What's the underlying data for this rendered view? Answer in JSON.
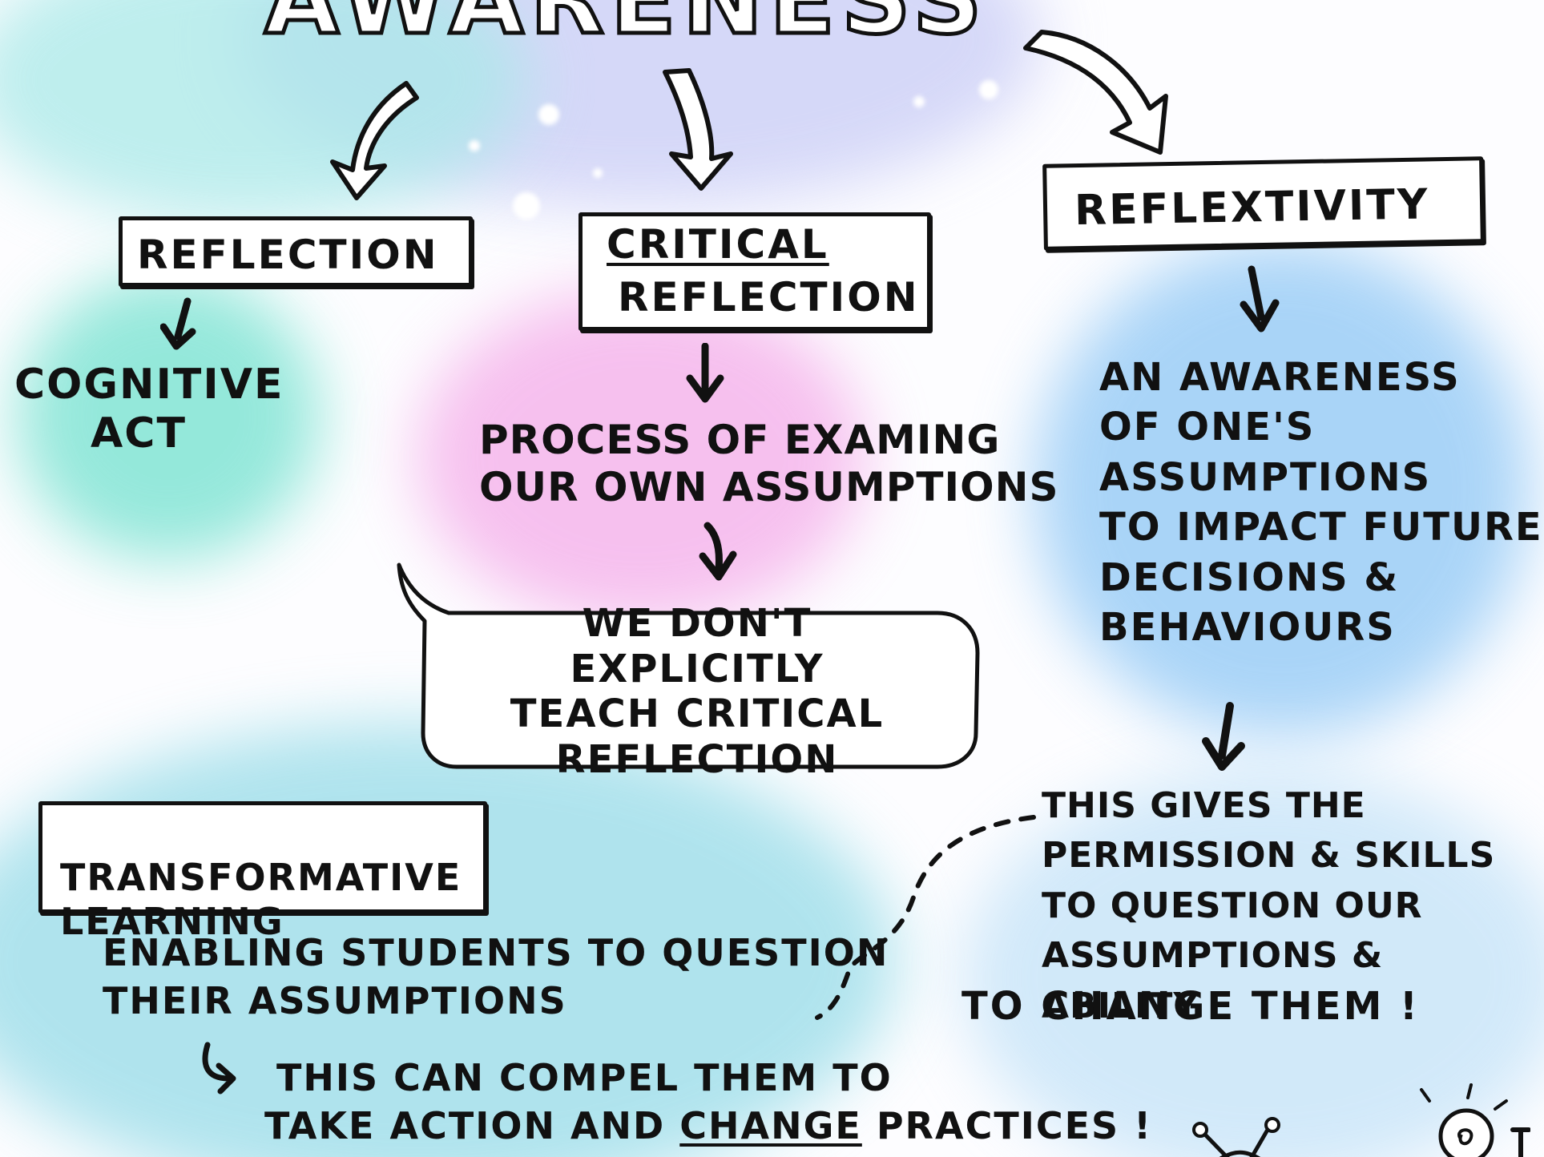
{
  "title": "AWARENESS",
  "concepts": {
    "reflection": {
      "label": "REFLECTION",
      "description": "COGNITIVE\nACT"
    },
    "critical_reflection": {
      "label_line1": "CRITICAL",
      "label_line2": "REFLECTION",
      "description": "PROCESS OF EXAMING\nOUR OWN ASSUMPTIONS",
      "speech_bubble": "WE DON'T EXPLICITLY\nTEACH CRITICAL\nREFLECTION"
    },
    "reflexivity": {
      "label": "REFLEXTIVITY",
      "description": "AN AWARENESS\nOF ONE'S\nASSUMPTIONS\nTO IMPACT FUTURE\nDECISIONS &\nBEHAVIOURS",
      "consequence": "THIS GIVES THE\nPERMISSION & SKILLS\nTO QUESTION OUR\nASSUMPTIONS & ABILITY",
      "consequence_end": "TO CHANGE THEM !"
    },
    "transformative_learning": {
      "label": "TRANSFORMATIVE\nLEARNING",
      "description": "ENABLING STUDENTS TO QUESTION\nTHEIR ASSUMPTIONS",
      "outcome_line1": "THIS CAN COMPEL THEM TO",
      "outcome_line2_a": "TAKE ACTION AND ",
      "outcome_line2_b": "CHANGE",
      "outcome_line2_c": " PRACTICES !"
    }
  },
  "colors": {
    "ink": "#111111",
    "teal_glow": "#7be3d2",
    "pink_glow": "#f3a0e6",
    "blue_glow": "#8ec7f5",
    "lavender_glow": "#c9c7f5",
    "aqua_glow": "#8fd9e6"
  },
  "icons": [
    "down-arrow-icon",
    "curved-arrow-icon",
    "speech-bubble-icon",
    "lightbulb-icon",
    "bug-antenna-icon"
  ]
}
